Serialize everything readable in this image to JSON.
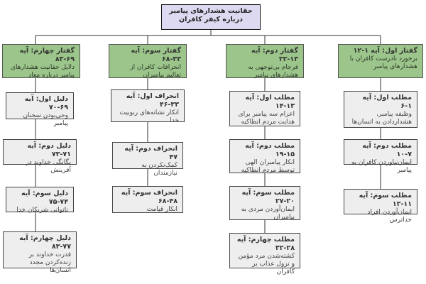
{
  "root": {
    "line1": "حقانیت هشدارهای پیامبر",
    "line2": "درباره کیفر کافران"
  },
  "colors": {
    "root_fill": "#dcd9f0",
    "section_fill": "#9bc58a",
    "item_fill": "#eeeeee",
    "connector": "#333333"
  },
  "columns": [
    {
      "head": {
        "heading": "گفتار اول: آیه ۱-۱۲",
        "text": "برخورد نادرست کافران با هشدارهای پیامبر"
      },
      "items": [
        {
          "heading": "مطلب اول: آیه ۱-۶",
          "text": "وظیفه پیامبر، هشداردادن به انسان‌ها"
        },
        {
          "heading": "مطلب دوم: آیه ۷-۱۰",
          "text": "ایمان‌نیاوردن کافران به پیامبر"
        },
        {
          "heading": "مطلب سوم: آیه ۱۱-۱۲",
          "text": "ایمان‌آوردن افراد خداترس"
        }
      ]
    },
    {
      "head": {
        "heading": "گفتار دوم: آیه ۱۳-۳۲",
        "text": "فرجام بی‌توجهی به هشدارهای پیامبر"
      },
      "items": [
        {
          "heading": "مطلب اول: آیه ۱۳-۱۴",
          "text": "اعزام سه پیامبر برای هدایت مردم انطاکیه"
        },
        {
          "heading": "مطلب دوم: آیه ۱۵-۱۹",
          "text": "انکار پیامبران الهی توسط مردم انطاکیه"
        },
        {
          "heading": "مطلب سوم: آیه ۲۰-۲۷",
          "text": "ایمان‌آوردن مردی به پیامبران"
        },
        {
          "heading": "مطلب چهارم: آیه ۲۸-۳۲",
          "text": "کشته‌شدن مرد مؤمن و نزول عذاب بر کافران"
        }
      ]
    },
    {
      "head": {
        "heading": "گفتار سوم: آیه ۳۳-۶۸",
        "text": "انحرافات کافران از تعالیم پیامبران"
      },
      "items": [
        {
          "heading": "انحراف اول: آیه ۳۳-۴۶",
          "text": "انکار نشانه‌های ربوبیت خدا"
        },
        {
          "heading": "انحراف دوم: آیه ۴۷",
          "text": "کمک‌نکردن به نیازمندان"
        },
        {
          "heading": "انحراف سوم: آیه ۴۸-۶۸",
          "text": "انکار قیامت"
        }
      ]
    },
    {
      "head": {
        "heading": "گفتار چهارم: آیه ۶۹-۸۳",
        "text": "دلایل حقانیت هشدارهای پیامبر درباره معاد"
      },
      "items": [
        {
          "heading": "دلیل اول: آیه ۶۹-۷۰",
          "text": "وحی‌بودن سخنان پیامبر"
        },
        {
          "heading": "دلیل دوم: آیه ۷۱-۷۳",
          "text": "یگانگی خداوند در آفرینش"
        },
        {
          "heading": "دلیل سوم: آیه ۷۴-۷۵",
          "text": "ناتوانی شریکان خدا"
        },
        {
          "heading": "دلیل چهارم: آیه ۷۷-۸۳",
          "text": "قدرت خداوند بر زنده‌کردن مجدد انسان‌ها"
        }
      ]
    }
  ]
}
